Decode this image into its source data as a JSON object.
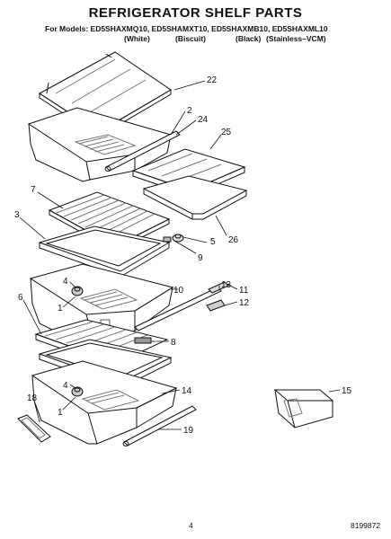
{
  "header": {
    "title": "REFRIGERATOR SHELF PARTS",
    "models_line": "For Models: ED5SHAXMQ10, ED5SHAMXT10, ED5SHAXMB10, ED5SHAXML10",
    "finishes": [
      "(White)",
      "(Biscuit)",
      "(Black)",
      "(Stainless–VCM)"
    ]
  },
  "callouts": [
    "22",
    "2",
    "24",
    "25",
    "7",
    "3",
    "5",
    "26",
    "9",
    "13",
    "11",
    "4",
    "10",
    "12",
    "1",
    "6",
    "8",
    "15",
    "4",
    "14",
    "18",
    "1",
    "19"
  ],
  "footer": {
    "page_number": "4",
    "doc_number": "8199872"
  },
  "colors": {
    "ink": "#111111",
    "glass_hatch": "#777777",
    "background": "#ffffff"
  }
}
